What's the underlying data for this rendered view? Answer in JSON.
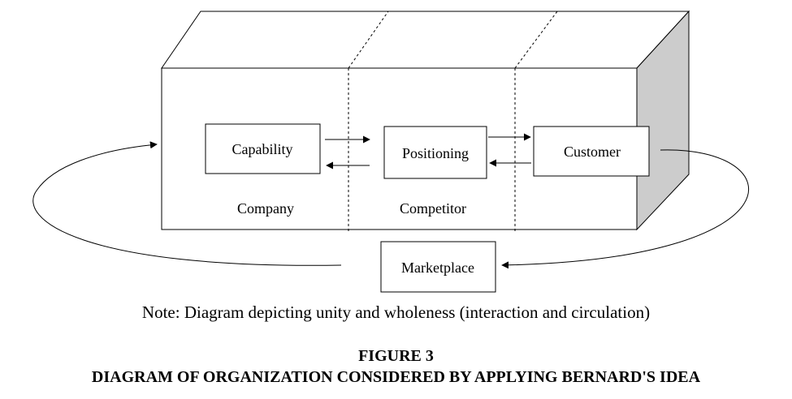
{
  "diagram": {
    "boxes": {
      "capability": "Capability",
      "positioning": "Positioning",
      "customer": "Customer",
      "marketplace": "Marketplace"
    },
    "zones": {
      "company": "Company",
      "competitor": "Competitor"
    }
  },
  "caption": {
    "note": "Note: Diagram depicting unity and wholeness (interaction and circulation)",
    "figure_number": "FIGURE 3",
    "figure_title": "DIAGRAM OF ORGANIZATION CONSIDERED BY APPLYING BERNARD'S IDEA"
  }
}
